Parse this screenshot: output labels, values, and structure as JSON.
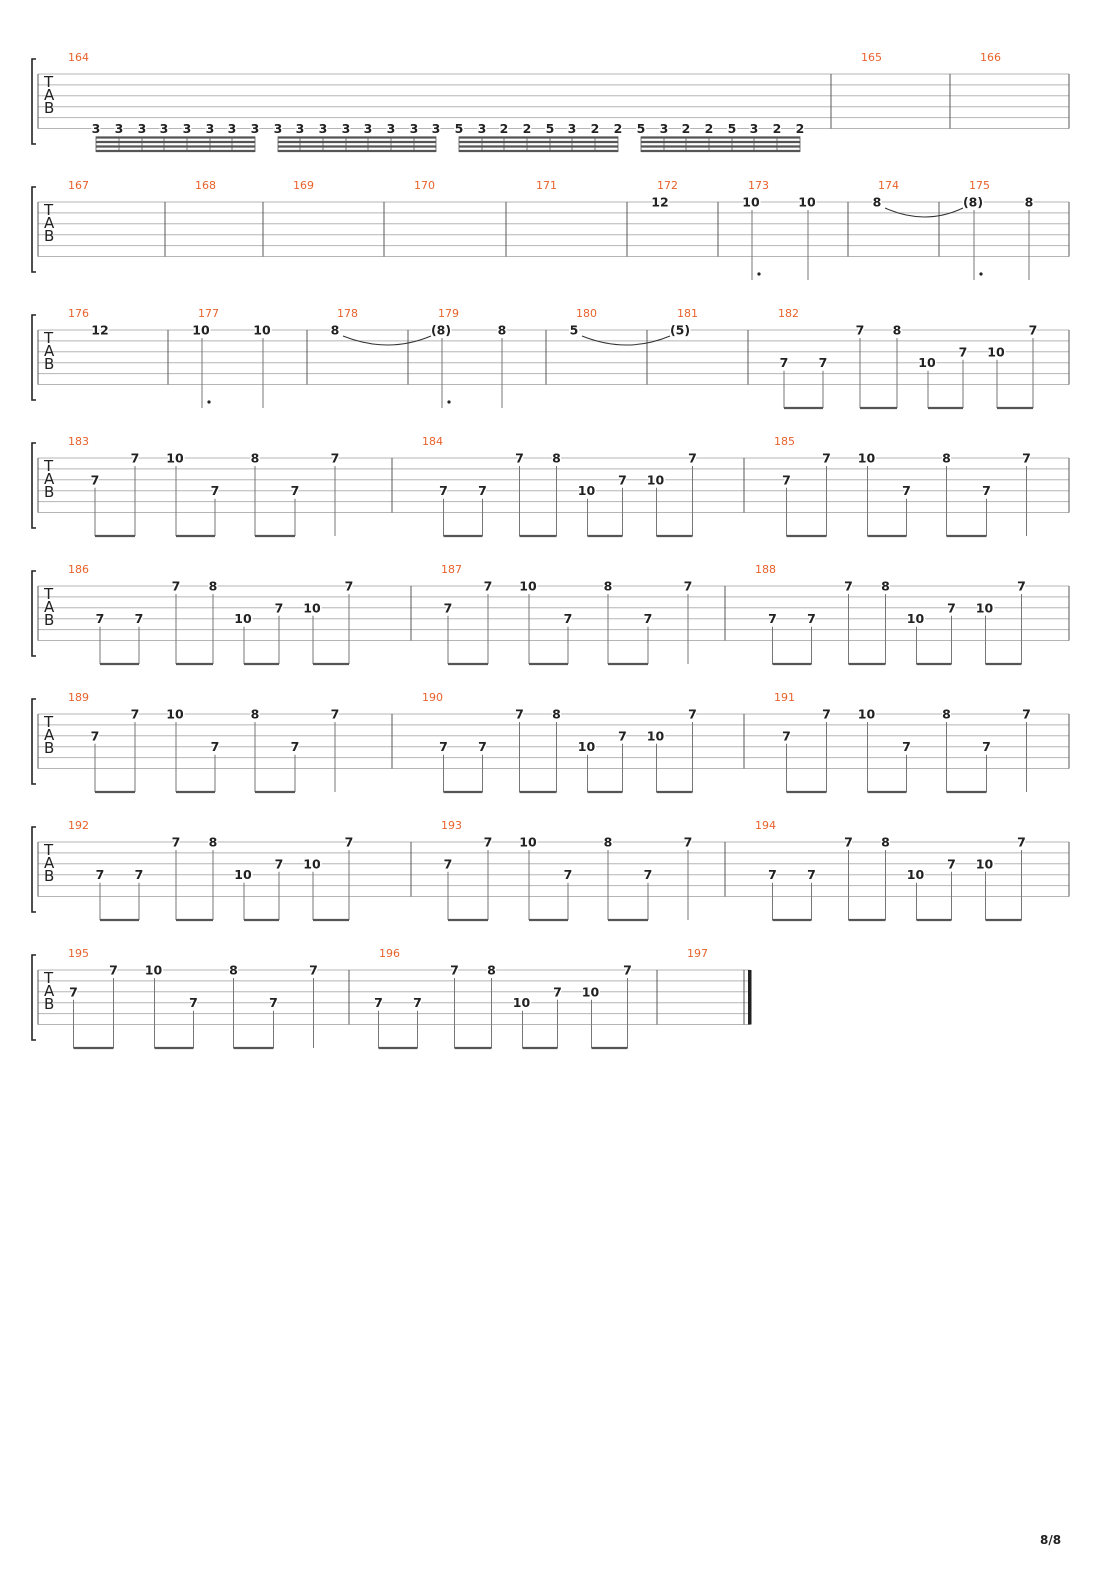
{
  "page_number": "8/8",
  "staff_letters": [
    "T",
    "A",
    "B"
  ],
  "systems": [
    {
      "measures": [
        {
          "number": "164",
          "notes": [
            {
              "fret": "3",
              "string": 6,
              "beam": 4
            },
            {
              "fret": "3",
              "string": 6,
              "beam": 4
            },
            {
              "fret": "3",
              "string": 6,
              "beam": 4
            },
            {
              "fret": "3",
              "string": 6,
              "beam": 4
            },
            {
              "fret": "3",
              "string": 6,
              "beam": 4
            },
            {
              "fret": "3",
              "string": 6,
              "beam": 4
            },
            {
              "fret": "3",
              "string": 6,
              "beam": 4
            },
            {
              "fret": "3",
              "string": 6,
              "beam": 4
            },
            {
              "fret": "3",
              "string": 6,
              "beam": 4
            },
            {
              "fret": "3",
              "string": 6,
              "beam": 4
            },
            {
              "fret": "3",
              "string": 6,
              "beam": 4
            },
            {
              "fret": "3",
              "string": 6,
              "beam": 4
            },
            {
              "fret": "3",
              "string": 6,
              "beam": 4
            },
            {
              "fret": "3",
              "string": 6,
              "beam": 4
            },
            {
              "fret": "3",
              "string": 6,
              "beam": 4
            },
            {
              "fret": "3",
              "string": 6,
              "beam": 4
            },
            {
              "fret": "5",
              "string": 6,
              "beam": 4
            },
            {
              "fret": "3",
              "string": 6,
              "beam": 4
            },
            {
              "fret": "2",
              "string": 6,
              "beam": 4
            },
            {
              "fret": "2",
              "string": 6,
              "beam": 4
            },
            {
              "fret": "5",
              "string": 6,
              "beam": 4
            },
            {
              "fret": "3",
              "string": 6,
              "beam": 4
            },
            {
              "fret": "2",
              "string": 6,
              "beam": 4
            },
            {
              "fret": "2",
              "string": 6,
              "beam": 4
            },
            {
              "fret": "5",
              "string": 6,
              "beam": 4
            },
            {
              "fret": "3",
              "string": 6,
              "beam": 4
            },
            {
              "fret": "2",
              "string": 6,
              "beam": 4
            },
            {
              "fret": "2",
              "string": 6,
              "beam": 4
            },
            {
              "fret": "5",
              "string": 6,
              "beam": 4
            },
            {
              "fret": "3",
              "string": 6,
              "beam": 4
            },
            {
              "fret": "2",
              "string": 6,
              "beam": 4
            },
            {
              "fret": "2",
              "string": 6,
              "beam": 4
            }
          ]
        },
        {
          "number": "165",
          "notes": []
        },
        {
          "number": "166",
          "notes": []
        }
      ]
    },
    {
      "measures": [
        {
          "number": "167",
          "notes": []
        },
        {
          "number": "168",
          "notes": []
        },
        {
          "number": "169",
          "notes": []
        },
        {
          "number": "170",
          "notes": []
        },
        {
          "number": "171",
          "notes": []
        },
        {
          "number": "172",
          "notes": [
            {
              "fret": "12",
              "string": 1,
              "stem": false
            }
          ]
        },
        {
          "number": "173",
          "notes": [
            {
              "fret": "10",
              "string": 1,
              "stem": true,
              "dot": true
            },
            {
              "fret": "10",
              "string": 1,
              "stem": true
            }
          ]
        },
        {
          "number": "174",
          "notes": [
            {
              "fret": "8",
              "string": 1,
              "stem": false,
              "tie": true
            }
          ]
        },
        {
          "number": "175",
          "notes": [
            {
              "fret": "(8)",
              "string": 1,
              "stem": true,
              "dot": true
            },
            {
              "fret": "8",
              "string": 1,
              "stem": true
            }
          ]
        }
      ]
    },
    {
      "measures": [
        {
          "number": "176",
          "notes": [
            {
              "fret": "12",
              "string": 1,
              "stem": false
            }
          ]
        },
        {
          "number": "177",
          "notes": [
            {
              "fret": "10",
              "string": 1,
              "stem": true,
              "dot": true
            },
            {
              "fret": "10",
              "string": 1,
              "stem": true
            }
          ]
        },
        {
          "number": "178",
          "notes": [
            {
              "fret": "8",
              "string": 1,
              "stem": false,
              "tie": true
            }
          ]
        },
        {
          "number": "179",
          "notes": [
            {
              "fret": "(8)",
              "string": 1,
              "stem": true,
              "dot": true
            },
            {
              "fret": "8",
              "string": 1,
              "stem": true
            }
          ]
        },
        {
          "number": "180",
          "notes": [
            {
              "fret": "5",
              "string": 1,
              "stem": false,
              "tie": true
            }
          ]
        },
        {
          "number": "181",
          "notes": [
            {
              "fret": "(5)",
              "string": 1,
              "stem": false
            }
          ]
        },
        {
          "number": "182",
          "pattern": "A"
        }
      ]
    },
    {
      "measures": [
        {
          "number": "183",
          "pattern": "B"
        },
        {
          "number": "184",
          "pattern": "A"
        },
        {
          "number": "185",
          "pattern": "B"
        }
      ]
    },
    {
      "measures": [
        {
          "number": "186",
          "pattern": "A"
        },
        {
          "number": "187",
          "pattern": "B"
        },
        {
          "number": "188",
          "pattern": "A"
        }
      ]
    },
    {
      "measures": [
        {
          "number": "189",
          "pattern": "B"
        },
        {
          "number": "190",
          "pattern": "A"
        },
        {
          "number": "191",
          "pattern": "B"
        }
      ]
    },
    {
      "measures": [
        {
          "number": "192",
          "pattern": "A"
        },
        {
          "number": "193",
          "pattern": "B"
        },
        {
          "number": "194",
          "pattern": "A"
        }
      ]
    },
    {
      "measures": [
        {
          "number": "195",
          "pattern": "B"
        },
        {
          "number": "196",
          "pattern": "A"
        },
        {
          "number": "197",
          "notes": [],
          "final": true
        }
      ]
    }
  ],
  "patterns": {
    "A": [
      {
        "fret": "7",
        "string": 4,
        "beam": 1
      },
      {
        "fret": "7",
        "string": 4,
        "beam": 1
      },
      {
        "fret": "7",
        "string": 1,
        "beam": 1
      },
      {
        "fret": "8",
        "string": 1,
        "beam": 1
      },
      {
        "fret": "10",
        "string": 4,
        "beam": 1
      },
      {
        "fret": "7",
        "string": 3,
        "beam": 1
      },
      {
        "fret": "10",
        "string": 3,
        "beam": 1
      },
      {
        "fret": "7",
        "string": 1,
        "beam": 1
      }
    ],
    "B": [
      {
        "fret": "7",
        "string": 3,
        "beam": 1
      },
      {
        "fret": "7",
        "string": 1,
        "beam": 1
      },
      {
        "fret": "10",
        "string": 1,
        "beam": 1
      },
      {
        "fret": "7",
        "string": 4,
        "beam": 1
      },
      {
        "fret": "8",
        "string": 1,
        "beam": 1
      },
      {
        "fret": "7",
        "string": 4,
        "beam": 1
      },
      {
        "fret": "7",
        "string": 1,
        "stem": true
      }
    ]
  },
  "colors": {
    "measure_number": "#e8622c",
    "staff_line": "#b5b5b5",
    "text": "#222222"
  }
}
